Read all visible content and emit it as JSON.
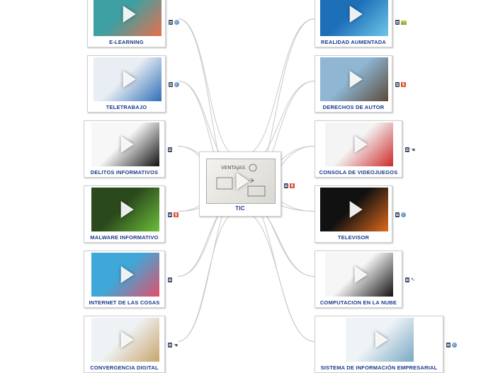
{
  "center": {
    "label": "TIC",
    "thumb_colors": [
      "#ecebe6",
      "#b5b5ad"
    ],
    "tags": [
      "note",
      "link"
    ]
  },
  "left_nodes": [
    {
      "label": "E-LEARNING",
      "tags": [
        "note",
        "globe"
      ],
      "thumb_colors": [
        "#3ea0a3",
        "#e86f4a"
      ]
    },
    {
      "label": "TELETRABAJO",
      "tags": [
        "note",
        "globe"
      ],
      "thumb_colors": [
        "#e9eef4",
        "#2e6fb6"
      ]
    },
    {
      "label": "DELITOS INFORMATIVOS",
      "tags": [
        "note"
      ],
      "thumb_colors": [
        "#f7f7f7",
        "#111111"
      ]
    },
    {
      "label": "MALWARE INFORMATIVO",
      "tags": [
        "note",
        "link"
      ],
      "thumb_colors": [
        "#2b4a1c",
        "#6bbf3a"
      ]
    },
    {
      "label": "INTERNET DE LAS COSAS",
      "tags": [
        "note"
      ],
      "thumb_colors": [
        "#3fa8d8",
        "#e24f6a"
      ]
    },
    {
      "label": "CONVERGENCIA DIGITAL",
      "tags": [
        "note",
        "hand"
      ],
      "thumb_colors": [
        "#eef2f4",
        "#c9a56b"
      ]
    }
  ],
  "right_nodes": [
    {
      "label": "REALIDAD AUMENTADA",
      "tags": [
        "note",
        "image"
      ],
      "thumb_colors": [
        "#1d6fb8",
        "#6ec6e8"
      ]
    },
    {
      "label": "DERECHOS DE AUTOR",
      "tags": [
        "note",
        "link"
      ],
      "thumb_colors": [
        "#8fb7d4",
        "#5b4a3a"
      ]
    },
    {
      "label": "CONSOLA DE VIDEOJUEGOS",
      "tags": [
        "note",
        "hand"
      ],
      "thumb_colors": [
        "#f4f4f4",
        "#cc2a2a"
      ]
    },
    {
      "label": "TELEVISOR",
      "tags": [
        "note",
        "globe"
      ],
      "thumb_colors": [
        "#111111",
        "#e06a1a"
      ]
    },
    {
      "label": "COMPUTACION EN LA NUBE",
      "tags": [
        "note",
        "cursor"
      ],
      "thumb_colors": [
        "#f6f6f6",
        "#111111"
      ]
    },
    {
      "label": "SISTEMA DE INFORMACIÓN EMPRESARIAL",
      "tags": [
        "note",
        "globe"
      ],
      "thumb_colors": [
        "#eef3f6",
        "#7aa8c4"
      ]
    }
  ],
  "theme": {
    "label_color": "#1a3a8a",
    "line_color": "#c9c9c9"
  }
}
